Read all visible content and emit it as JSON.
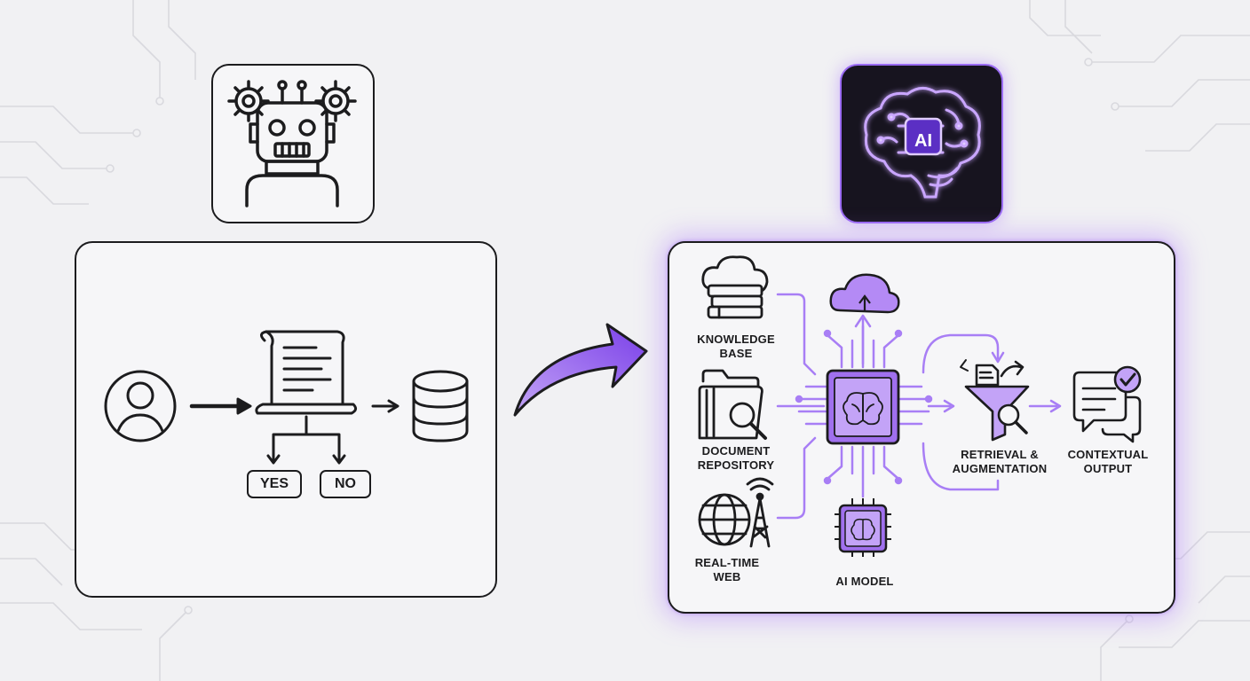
{
  "legacy": {
    "yes_label": "YES",
    "no_label": "NO"
  },
  "rag": {
    "ai_badge": "AI",
    "sources": [
      {
        "label_line1": "KNOWLEDGE",
        "label_line2": "BASE"
      },
      {
        "label_line1": "DOCUMENT",
        "label_line2": "REPOSITORY"
      },
      {
        "label_line1": "REAL-TIME",
        "label_line2": "WEB"
      }
    ],
    "model_label": "AI MODEL",
    "retrieval_line1": "RETRIEVAL &",
    "retrieval_line2": "AUGMENTATION",
    "output_line1": "CONTEXTUAL",
    "output_line2": "OUTPUT"
  },
  "colors": {
    "accent": "#8b5cf6",
    "accent_light": "#c9aef8",
    "ink": "#1c1c1e",
    "background": "#f1f1f3",
    "tile_dark": "#17141f"
  },
  "icons": [
    "circuit-trace-icon",
    "robot-gears-icon",
    "user-icon",
    "scroll-document-icon",
    "database-icon",
    "curved-arrow-icon",
    "ai-brain-icon",
    "cloud-books-icon",
    "cloud-upload-icon",
    "folder-search-icon",
    "globe-tower-icon",
    "ai-chip-icon",
    "funnel-search-icon",
    "chat-check-icon"
  ]
}
